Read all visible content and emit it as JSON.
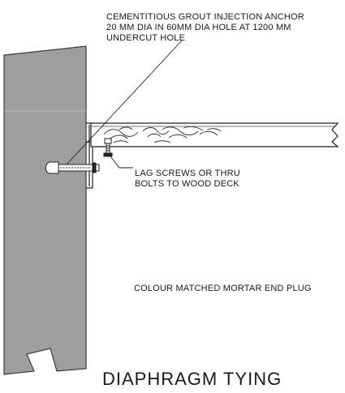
{
  "diagram": {
    "title": "DIAPHRAGM TYING",
    "anchor_note": {
      "line1": "CEMENTITIOUS GROUT INJECTION ANCHOR",
      "line2": "20 MM DIA IN 60MM DIA HOLE AT 1200 MM",
      "line3": "UNDERCUT HOLE"
    },
    "screw_note": {
      "line1": "LAG SCREWS OR THRU",
      "line2": "BOLTS TO WOOD DECK"
    },
    "plug_note": "COLOUR MATCHED MORTAR END PLUG"
  }
}
